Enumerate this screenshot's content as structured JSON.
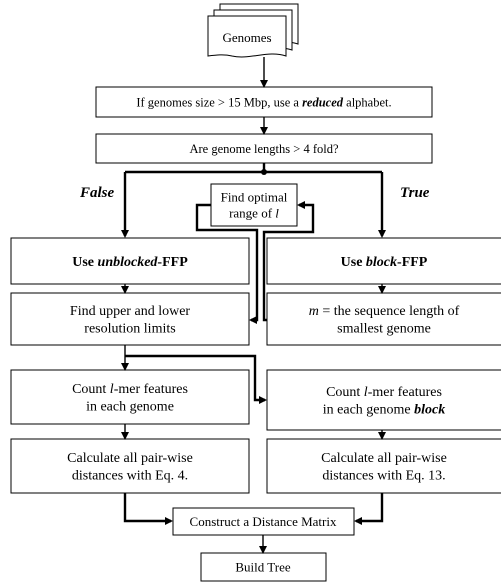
{
  "nodes": {
    "genomes": {
      "text": "Genomes"
    },
    "reduce": {
      "parts": [
        {
          "t": "If genomes size > 15 Mbp, use a ",
          "w": "normal",
          "s": "normal"
        },
        {
          "t": "reduced",
          "w": "bold",
          "s": "italic"
        },
        {
          "t": " alphabet.",
          "w": "normal",
          "s": "normal"
        }
      ]
    },
    "fold": {
      "parts": [
        {
          "t": "Are genome lengths > 4 fold?",
          "w": "normal",
          "s": "normal"
        }
      ]
    },
    "optimal": {
      "lines": [
        [
          {
            "t": "Find optimal",
            "w": "normal",
            "s": "normal"
          }
        ],
        [
          {
            "t": "range of ",
            "w": "normal",
            "s": "normal"
          },
          {
            "t": "l",
            "w": "normal",
            "s": "italic"
          }
        ]
      ]
    },
    "unblocked": {
      "parts": [
        {
          "t": "Use ",
          "w": "bold",
          "s": "normal"
        },
        {
          "t": "unblocked",
          "w": "bold",
          "s": "italic"
        },
        {
          "t": "-FFP",
          "w": "bold",
          "s": "normal"
        }
      ]
    },
    "block": {
      "parts": [
        {
          "t": "Use ",
          "w": "bold",
          "s": "normal"
        },
        {
          "t": "block",
          "w": "bold",
          "s": "italic"
        },
        {
          "t": "-FFP",
          "w": "bold",
          "s": "normal"
        }
      ]
    },
    "limits": {
      "lines": [
        [
          {
            "t": "Find upper and lower",
            "w": "normal",
            "s": "normal"
          }
        ],
        [
          {
            "t": "resolution limits",
            "w": "normal",
            "s": "normal"
          }
        ]
      ]
    },
    "mlen": {
      "lines": [
        [
          {
            "t": "m",
            "w": "normal",
            "s": "italic"
          },
          {
            "t": " = the sequence length of",
            "w": "normal",
            "s": "normal"
          }
        ],
        [
          {
            "t": "smallest genome",
            "w": "normal",
            "s": "normal"
          }
        ]
      ]
    },
    "countL": {
      "lines": [
        [
          {
            "t": "Count ",
            "w": "normal",
            "s": "normal"
          },
          {
            "t": "l",
            "w": "normal",
            "s": "italic"
          },
          {
            "t": "-mer features",
            "w": "normal",
            "s": "normal"
          }
        ],
        [
          {
            "t": "in each genome",
            "w": "normal",
            "s": "normal"
          }
        ]
      ]
    },
    "countR": {
      "lines": [
        [
          {
            "t": "Count ",
            "w": "normal",
            "s": "normal"
          },
          {
            "t": "l",
            "w": "normal",
            "s": "italic"
          },
          {
            "t": "-mer features",
            "w": "normal",
            "s": "normal"
          }
        ],
        [
          {
            "t": "in each genome ",
            "w": "normal",
            "s": "normal"
          },
          {
            "t": "block",
            "w": "bold",
            "s": "italic"
          }
        ]
      ]
    },
    "calcL": {
      "lines": [
        [
          {
            "t": "Calculate all pair-wise",
            "w": "normal",
            "s": "normal"
          }
        ],
        [
          {
            "t": "distances with Eq. 4.",
            "w": "normal",
            "s": "normal"
          }
        ]
      ]
    },
    "calcR": {
      "lines": [
        [
          {
            "t": "Calculate all pair-wise",
            "w": "normal",
            "s": "normal"
          }
        ],
        [
          {
            "t": "distances with Eq. 13.",
            "w": "normal",
            "s": "normal"
          }
        ]
      ]
    },
    "matrix": {
      "parts": [
        {
          "t": "Construct a Distance Matrix",
          "w": "normal",
          "s": "normal"
        }
      ]
    },
    "tree": {
      "parts": [
        {
          "t": "Build Tree",
          "w": "normal",
          "s": "normal"
        }
      ]
    }
  },
  "branch_labels": {
    "false": "False",
    "true": "True"
  }
}
